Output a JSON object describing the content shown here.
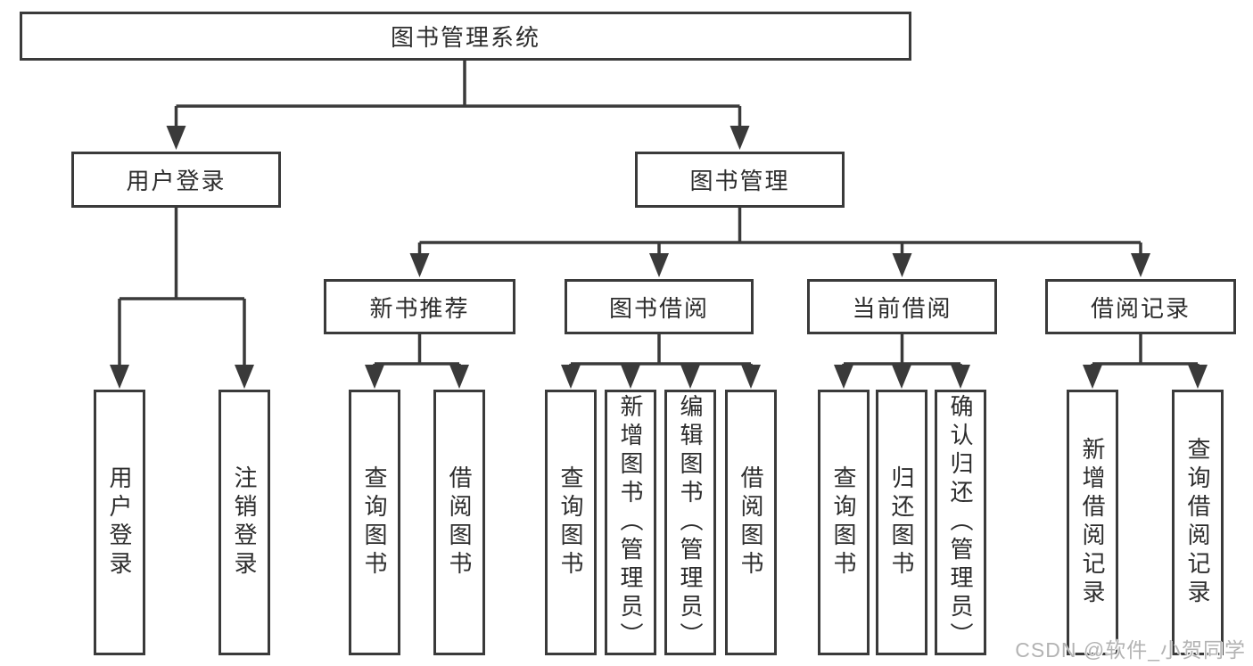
{
  "diagram": {
    "root": {
      "label": "图书管理系统"
    },
    "branches": [
      {
        "label": "用户登录",
        "children": [
          {
            "label": "用户登录"
          },
          {
            "label": "注销登录"
          }
        ]
      },
      {
        "label": "图书管理",
        "children": [
          {
            "label": "新书推荐",
            "children": [
              {
                "label": "查询图书"
              },
              {
                "label": "借阅图书"
              }
            ]
          },
          {
            "label": "图书借阅",
            "children": [
              {
                "label": "查询图书"
              },
              {
                "label": "新增图书（管理员）"
              },
              {
                "label": "编辑图书（管理员）"
              },
              {
                "label": "借阅图书"
              }
            ]
          },
          {
            "label": "当前借阅",
            "children": [
              {
                "label": "查询图书"
              },
              {
                "label": "归还图书"
              },
              {
                "label": "确认归还（管理员）"
              }
            ]
          },
          {
            "label": "借阅记录",
            "children": [
              {
                "label": "新增借阅记录"
              },
              {
                "label": "查询借阅记录"
              }
            ]
          }
        ]
      }
    ]
  },
  "watermark": {
    "text": "CSDN @软件_小贺同学"
  },
  "colors": {
    "line": "#3a3a3a",
    "box_border": "#3a3a3a",
    "text": "#2d2d2d",
    "background": "#ffffff",
    "watermark": "#b3b3b3"
  }
}
